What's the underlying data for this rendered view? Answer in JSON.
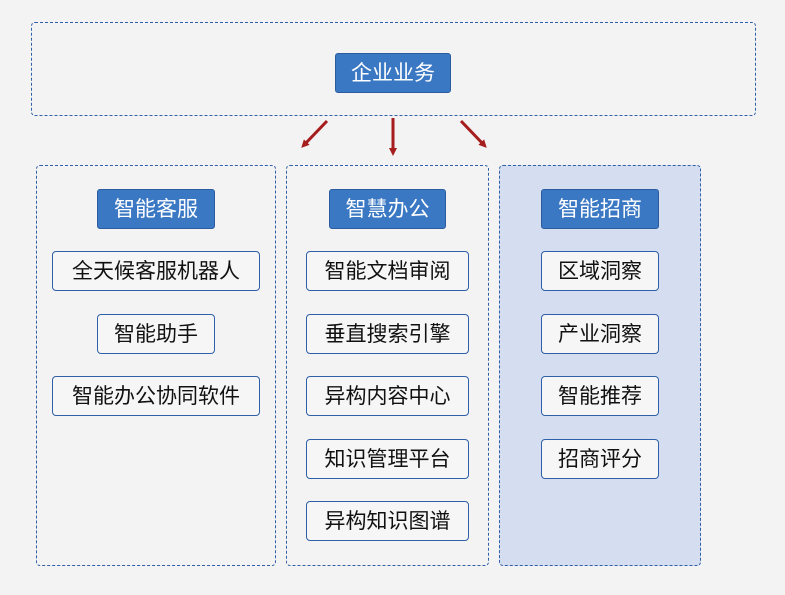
{
  "root": {
    "label": "企业业务"
  },
  "columns": [
    {
      "header": "智能客服",
      "items": [
        "全天候客服机器人",
        "智能助手",
        "智能办公协同软件"
      ]
    },
    {
      "header": "智慧办公",
      "items": [
        "智能文档审阅",
        "垂直搜索引擎",
        "异构内容中心",
        "知识管理平台",
        "异构知识图谱"
      ]
    },
    {
      "header": "智能招商",
      "items": [
        "区域洞察",
        "产业洞察",
        "智能推荐",
        "招商评分"
      ]
    }
  ],
  "colors": {
    "background": "#f3f3f3",
    "accent": "#3b78c4",
    "border": "#2f5fa8",
    "arrow": "#a51d1d",
    "highlight_panel": "#d5def0"
  }
}
